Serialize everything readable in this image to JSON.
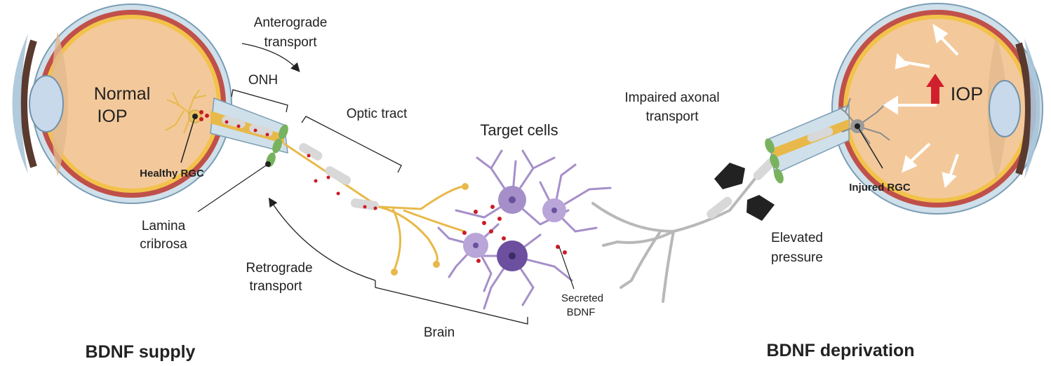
{
  "labels": {
    "normal_iop_line1": "Normal",
    "normal_iop_line2": "IOP",
    "healthy_rgc": "Healthy RGC",
    "lamina_line1": "Lamina",
    "lamina_line2": "cribrosa",
    "onh": "ONH",
    "anterograde_line1": "Anterograde",
    "anterograde_line2": "transport",
    "optic_tract": "Optic tract",
    "retrograde_line1": "Retrograde",
    "retrograde_line2": "transport",
    "target_cells": "Target cells",
    "secreted_line1": "Secreted",
    "secreted_line2": "BDNF",
    "brain": "Brain",
    "impaired_line1": "Impaired axonal",
    "impaired_line2": "transport",
    "elevated_line1": "Elevated",
    "elevated_line2": "pressure",
    "injured_rgc": "Injured RGC",
    "iop": "IOP",
    "bdnf_supply": "BDNF supply",
    "bdnf_deprivation": "BDNF deprivation"
  },
  "colors": {
    "sclera": "#cfe0ea",
    "choroid": "#c0504a",
    "retina": "#f2c24a",
    "vitreous": "#f3c99b",
    "lens": "#c7d9ea",
    "axon": "#e8b94a",
    "neuron": "#a58fc9",
    "neuron_dark": "#6c4f9e",
    "bdnf": "#cc1b25",
    "impaired": "#b8b8b8",
    "lamina": "#78b25e",
    "pressure": "#2a2a2a",
    "iop_arrow": "#d0202e"
  }
}
